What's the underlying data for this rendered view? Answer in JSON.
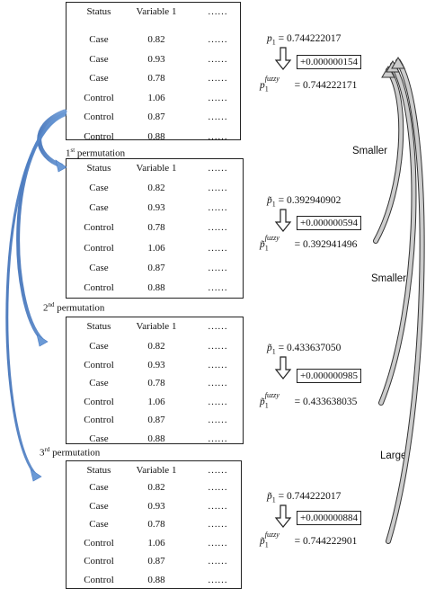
{
  "tables": [
    {
      "headers": [
        "Status",
        "Variable 1",
        "……"
      ],
      "rows": [
        [
          "Case",
          "0.82",
          "……"
        ],
        [
          "Case",
          "0.93",
          "……"
        ],
        [
          "Case",
          "0.78",
          "……"
        ],
        [
          "Control",
          "1.06",
          "……"
        ],
        [
          "Control",
          "0.87",
          "……"
        ],
        [
          "Control",
          "0.88",
          "……"
        ]
      ]
    },
    {
      "label_num": "1",
      "label_sup": "st",
      "label_text": " permutation",
      "headers": [
        "Status",
        "Variable 1",
        "……"
      ],
      "rows": [
        [
          "Case",
          "0.82",
          "……"
        ],
        [
          "Case",
          "0.93",
          "……"
        ],
        [
          "Control",
          "0.78",
          "……"
        ],
        [
          "Control",
          "1.06",
          "……"
        ],
        [
          "Case",
          "0.87",
          "……"
        ],
        [
          "Control",
          "0.88",
          "……"
        ]
      ]
    },
    {
      "label_num": "2",
      "label_sup": "nd",
      "label_text": " permutation",
      "headers": [
        "Status",
        "Variable 1",
        "……"
      ],
      "rows": [
        [
          "Case",
          "0.82",
          "……"
        ],
        [
          "Control",
          "0.93",
          "……"
        ],
        [
          "Case",
          "0.78",
          "……"
        ],
        [
          "Control",
          "1.06",
          "……"
        ],
        [
          "Control",
          "0.87",
          "……"
        ],
        [
          "Case",
          "0.88",
          "……"
        ]
      ]
    },
    {
      "label_num": "3",
      "label_sup": "rd",
      "label_text": " permutation",
      "headers": [
        "Status",
        "Variable 1",
        "……"
      ],
      "rows": [
        [
          "Case",
          "0.82",
          "……"
        ],
        [
          "Case",
          "0.93",
          "……"
        ],
        [
          "Case",
          "0.78",
          "……"
        ],
        [
          "Control",
          "1.06",
          "……"
        ],
        [
          "Control",
          "0.87",
          "……"
        ],
        [
          "Control",
          "0.88",
          "……"
        ]
      ]
    }
  ],
  "pvalues": [
    {
      "p_symbol": "p",
      "p_tilde": false,
      "sub": "1",
      "fuzzy_sup": "fuzzy",
      "p": "0.744222017",
      "delta": "+0.000000154",
      "p_fuzzy": "0.744222171"
    },
    {
      "p_symbol": "p̃",
      "p_tilde": true,
      "sub": "1",
      "fuzzy_sup": "fuzzy",
      "p": "0.392940902",
      "delta": "+0.000000594",
      "p_fuzzy": "0.392941496"
    },
    {
      "p_symbol": "p̃",
      "p_tilde": true,
      "sub": "1",
      "fuzzy_sup": "fuzzy",
      "p": "0.433637050",
      "delta": "+0.000000985",
      "p_fuzzy": "0.433638035"
    },
    {
      "p_symbol": "p̃",
      "p_tilde": true,
      "sub": "1",
      "fuzzy_sup": "fuzzy",
      "p": "0.744222017",
      "delta": "+0.000000884",
      "p_fuzzy": "0.744222901"
    }
  ],
  "comparisons": [
    "Smaller",
    "Smaller",
    "Larger"
  ],
  "colors": {
    "permutation_arrow": "#6b9ad6",
    "comparison_arrow": "#cccccc",
    "line": "#222222"
  }
}
